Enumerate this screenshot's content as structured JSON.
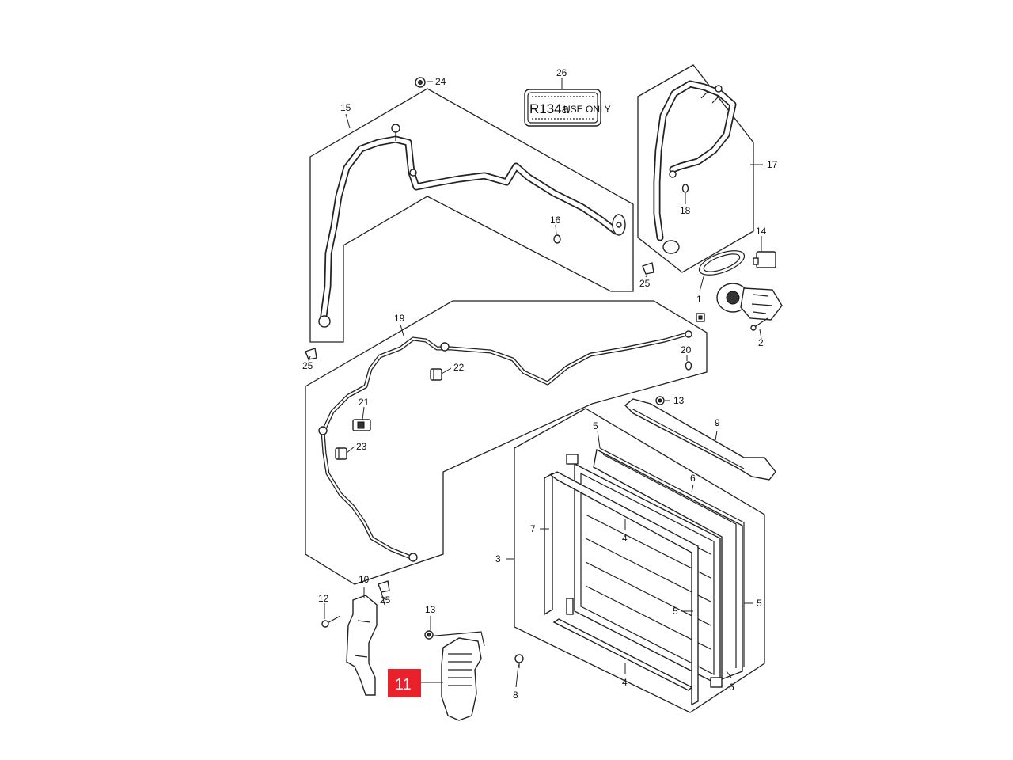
{
  "callouts": {
    "c1": "1",
    "c2": "2",
    "c3": "3",
    "c4a": "4",
    "c4b": "4",
    "c5a": "5",
    "c5b": "5",
    "c5c": "5",
    "c6a": "6",
    "c6b": "6",
    "c7": "7",
    "c8": "8",
    "c9": "9",
    "c10": "10",
    "c11": "11",
    "c12": "12",
    "c13a": "13",
    "c13b": "13",
    "c14": "14",
    "c15": "15",
    "c16": "16",
    "c17": "17",
    "c18": "18",
    "c19": "19",
    "c20": "20",
    "c21": "21",
    "c22": "22",
    "c23": "23",
    "c24": "24",
    "c25a": "25",
    "c25b": "25",
    "c25c": "25",
    "c26": "26"
  },
  "label_tag": {
    "big": "R134a",
    "small": "USE ONLY"
  },
  "highlight": {
    "color": "#e8212b",
    "text_color": "#ffffff"
  }
}
